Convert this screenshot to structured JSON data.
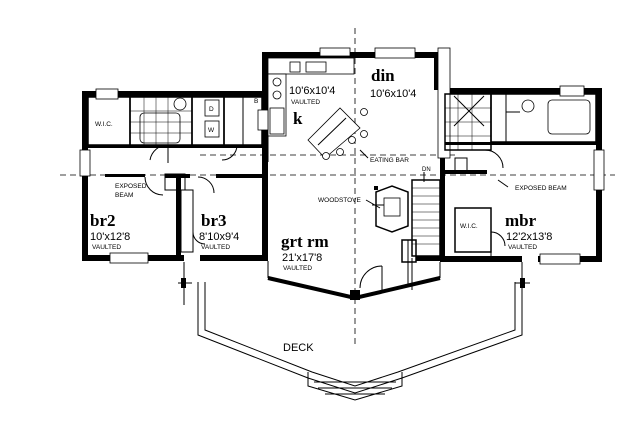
{
  "rooms": {
    "din": {
      "name": "din",
      "size": "10'6x10'4"
    },
    "k": {
      "name": "k",
      "size": "10'6x10'4",
      "note": "VAULTED"
    },
    "br2": {
      "name": "br2",
      "size": "10'x12'8",
      "note": "VAULTED"
    },
    "br3": {
      "name": "br3",
      "size": "8'10x9'4",
      "note": "VAULTED"
    },
    "grtrm": {
      "name": "grt rm",
      "size": "21'x17'8",
      "note": "VAULTED"
    },
    "mbr": {
      "name": "mbr",
      "size": "12'2x13'8",
      "note": "VAULTED"
    }
  },
  "labels": {
    "deck": "DECK",
    "eating_bar": "EATING BAR",
    "woodstove": "WOODSTOVE",
    "exposed_beam_left": "EXPOSED\nBEAM",
    "exposed_beam_right": "EXPOSED BEAM",
    "wic_left": "W.I.C.",
    "wic_right": "W.I.C.",
    "dryer": "D",
    "washer": "W",
    "b": "B",
    "dn": "DN"
  }
}
